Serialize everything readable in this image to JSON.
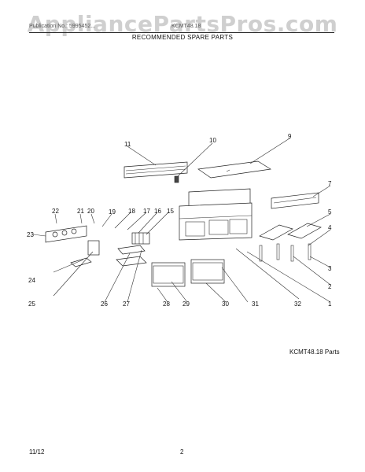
{
  "header": {
    "watermark": "AppliancePartsPros.com",
    "publication_left": "Publication No.: 5995452...",
    "publication_right": "KCMT48.18",
    "subtitle": "RECOMMENDED SPARE PARTS"
  },
  "diagram": {
    "caption": "KCMT48.18 Parts",
    "callouts": [
      "1",
      "2",
      "3",
      "4",
      "5",
      "7",
      "9",
      "10",
      "11",
      "15",
      "16",
      "17",
      "18",
      "19",
      "20",
      "21",
      "22",
      "23",
      "24",
      "25",
      "26",
      "27",
      "28",
      "29",
      "30",
      "31",
      "32"
    ]
  },
  "footer": {
    "date": "11/12",
    "page": "2"
  }
}
